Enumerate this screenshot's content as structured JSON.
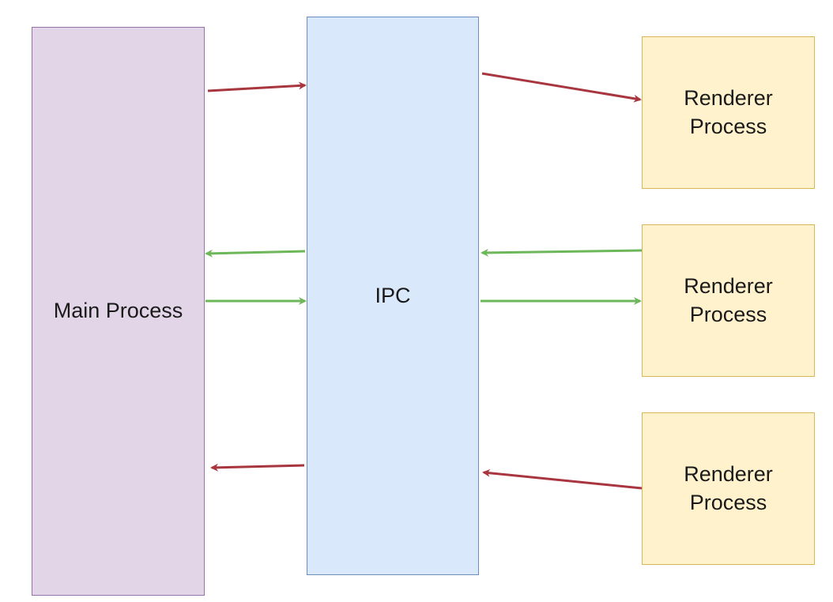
{
  "diagram": {
    "nodes": {
      "main": {
        "label": "Main Process",
        "fill": "#e1d5e7",
        "stroke": "#9673a6"
      },
      "ipc": {
        "label": "IPC",
        "fill": "#dae8fc",
        "stroke": "#6c8ebf"
      },
      "renderers": [
        {
          "label": "Renderer\nProcess",
          "fill": "#fff2cc",
          "stroke": "#d6b656"
        },
        {
          "label": "Renderer\nProcess",
          "fill": "#fff2cc",
          "stroke": "#d6b656"
        },
        {
          "label": "Renderer\nProcess",
          "fill": "#fff2cc",
          "stroke": "#d6b656"
        }
      ]
    },
    "edge_colors": {
      "red": "#a8363f",
      "green": "#6db75a"
    },
    "edges": [
      {
        "from": "main",
        "to": "ipc",
        "color": "red"
      },
      {
        "from": "ipc",
        "to": "renderer-1",
        "color": "red"
      },
      {
        "from": "ipc",
        "to": "main",
        "color": "green"
      },
      {
        "from": "renderer-2",
        "to": "ipc",
        "color": "green"
      },
      {
        "from": "main",
        "to": "ipc",
        "color": "green"
      },
      {
        "from": "ipc",
        "to": "renderer-2",
        "color": "green"
      },
      {
        "from": "ipc",
        "to": "main",
        "color": "red"
      },
      {
        "from": "renderer-3",
        "to": "ipc",
        "color": "red"
      }
    ]
  }
}
